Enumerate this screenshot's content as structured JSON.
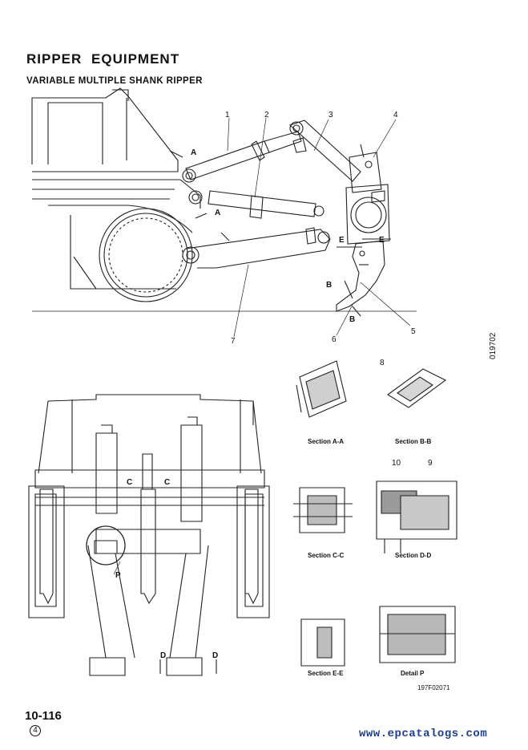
{
  "title": "RIPPER EQUIPMENT",
  "subtitle": "VARIABLE MULTIPLE SHANK RIPPER",
  "figure_code": "019702",
  "drawing_code": "197F02071",
  "page_number": "10-116",
  "revision_mark": "4",
  "watermark": "www.epcatalogs.com",
  "callouts": {
    "c1": "1",
    "c2": "2",
    "c3": "3",
    "c4": "4",
    "c5": "5",
    "c6": "6",
    "c7": "7",
    "c8": "8",
    "c9": "9",
    "c10": "10"
  },
  "section_marks": {
    "a1": "A",
    "a2": "A",
    "b1": "B",
    "b2": "B",
    "e1": "E",
    "e2": "E",
    "c1": "C",
    "c2": "C",
    "d1": "D",
    "d2": "D",
    "p": "P"
  },
  "section_captions": {
    "aa": "Section A-A",
    "bb": "Section B-B",
    "cc": "Section C-C",
    "dd": "Section D-D",
    "ee": "Section E-E",
    "detail_p": "Detail P"
  }
}
